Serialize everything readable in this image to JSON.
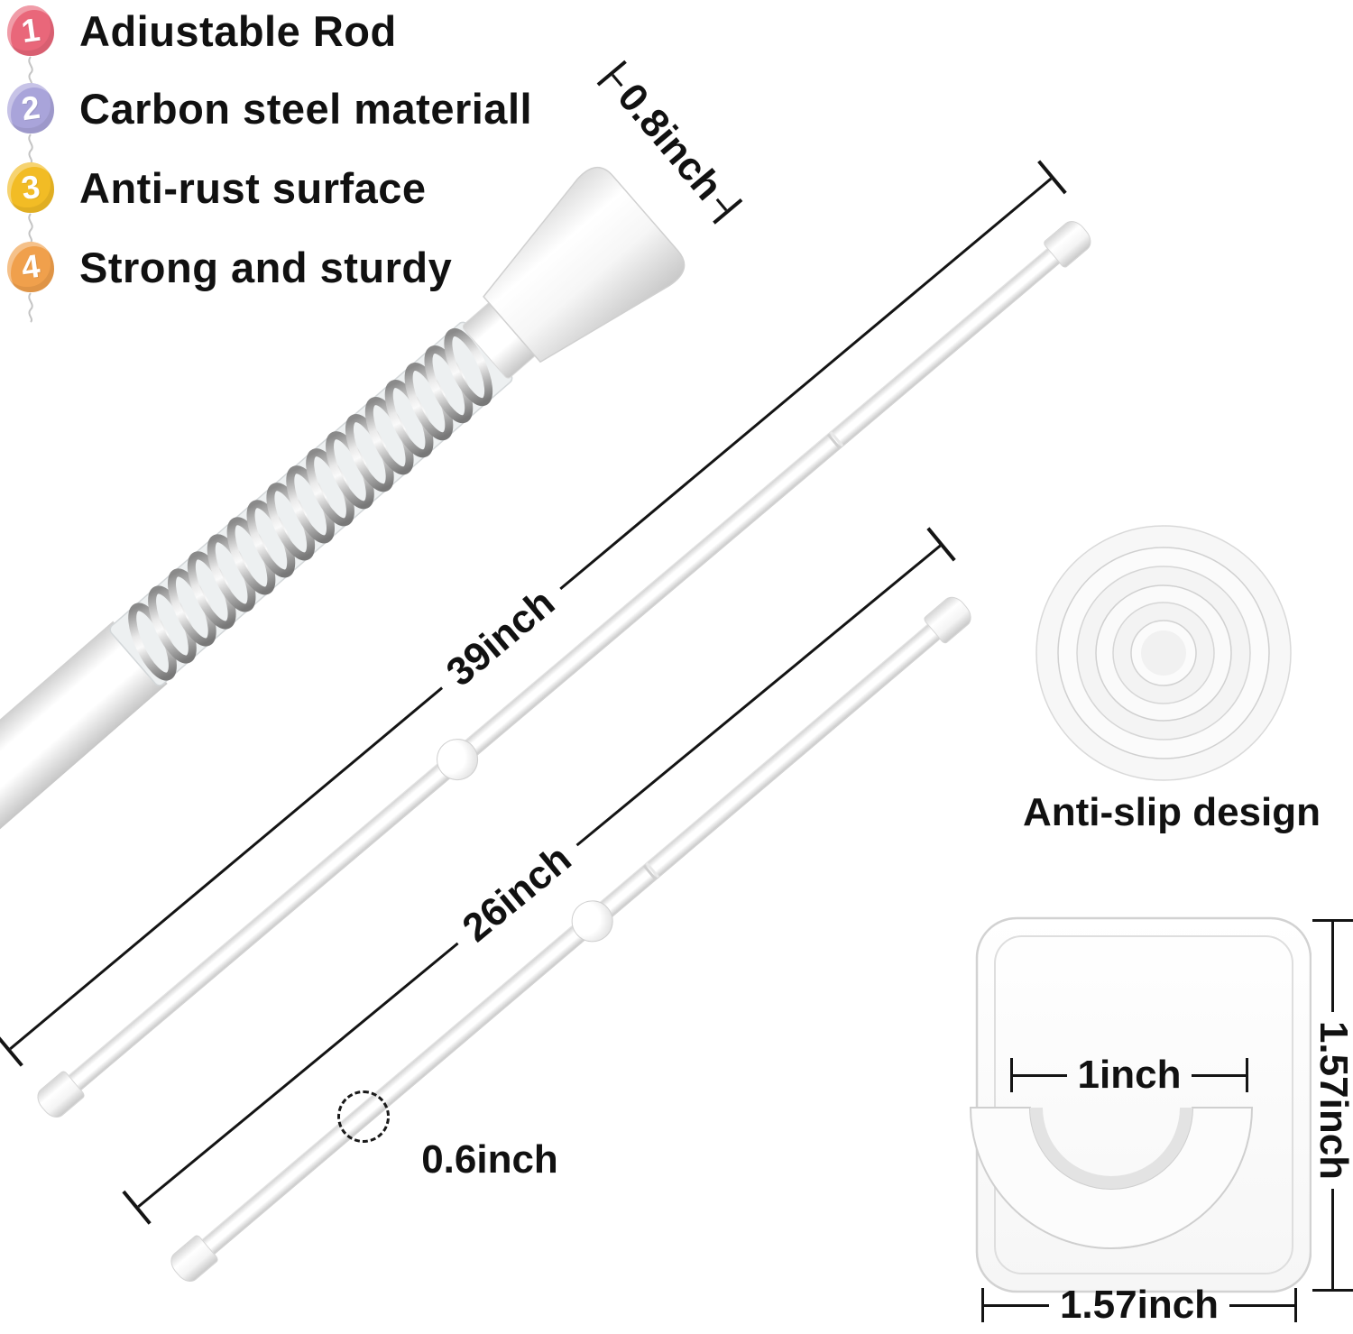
{
  "features": {
    "items": [
      {
        "num": "1",
        "label": "Adiustable Rod",
        "color": "#e9677a"
      },
      {
        "num": "2",
        "label": "Carbon steel materiall",
        "color": "#a9a4da"
      },
      {
        "num": "3",
        "label": "Anti-rust surface",
        "color": "#f2bc25"
      },
      {
        "num": "4",
        "label": "Strong and sturdy",
        "color": "#f0a04c"
      }
    ]
  },
  "dimensions": {
    "cap_width": "0.8inch",
    "long_rod_length": "39inch",
    "short_rod_length": "26inch",
    "rod_diameter": "0.6inch",
    "hook_inner_width": "1inch",
    "hook_height": "1.57inch",
    "hook_width": "1.57inch"
  },
  "captions": {
    "anti_slip": "Anti-slip design"
  },
  "colors": {
    "dimension_line": "#141414",
    "background": "#ffffff",
    "spring_silver": "#b9b9b9",
    "rod_white": "#ffffff"
  }
}
